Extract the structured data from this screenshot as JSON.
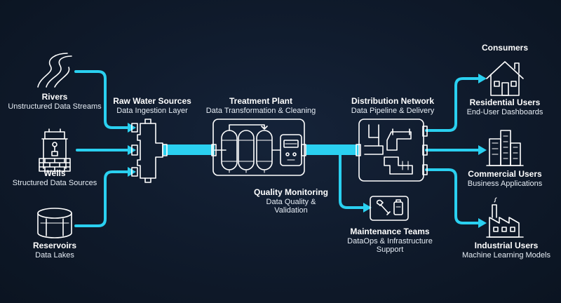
{
  "sources": {
    "rivers": {
      "title": "Rivers",
      "subtitle": "Unstructured Data Streams"
    },
    "wells": {
      "title": "Wells",
      "subtitle": "Structured Data Sources"
    },
    "reservoirs": {
      "title": "Reservoirs",
      "subtitle": "Data Lakes"
    }
  },
  "stages": {
    "raw": {
      "title": "Raw Water Sources",
      "subtitle": "Data Ingestion Layer"
    },
    "treatment": {
      "title": "Treatment Plant",
      "subtitle": "Data Transformation & Cleaning"
    },
    "quality": {
      "title": "Quality Monitoring",
      "subtitle_1": "Data Quality &",
      "subtitle_2": "Validation"
    },
    "distribution": {
      "title": "Distribution Network",
      "subtitle": "Data Pipeline & Delivery"
    },
    "maintenance": {
      "title": "Maintenance Teams",
      "subtitle_1": "DataOps & Infrastructure",
      "subtitle_2": "Support"
    }
  },
  "consumers": {
    "heading": "Consumers",
    "residential": {
      "title": "Residential Users",
      "subtitle": "End-User Dashboards"
    },
    "commercial": {
      "title": "Commercial Users",
      "subtitle": "Business Applications"
    },
    "industrial": {
      "title": "Industrial Users",
      "subtitle": "Machine Learning Models"
    }
  },
  "colors": {
    "accent": "#2ad0f0",
    "background": "#0f1a2b",
    "icon": "#ffffff"
  }
}
